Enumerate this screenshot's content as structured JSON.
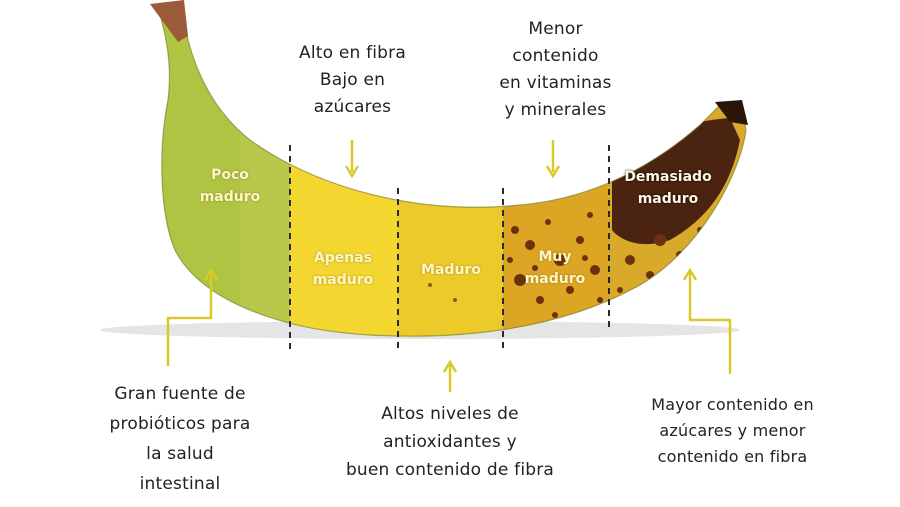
{
  "stages": [
    {
      "id": "poco-maduro",
      "line1": "Poco",
      "line2": "maduro",
      "color": "#b9c94a"
    },
    {
      "id": "apenas-maduro",
      "line1": "Apenas",
      "line2": "maduro",
      "color": "#f2d52e"
    },
    {
      "id": "maduro",
      "line1": "Maduro",
      "line2": "",
      "color": "#eccd2c"
    },
    {
      "id": "muy-maduro",
      "line1": "Muy",
      "line2": "maduro",
      "color": "#d9a21e"
    },
    {
      "id": "demasiado-maduro",
      "line1": "Demasiado",
      "line2": "maduro",
      "color": "#4a2410"
    }
  ],
  "top_notes": {
    "fibra": {
      "line1": "Alto en fibra",
      "line2": "Bajo en",
      "line3": "azúcares"
    },
    "vitaminas": {
      "line1": "Menor",
      "line2": "contenido",
      "line3": "en vitaminas",
      "line4": "y minerales"
    }
  },
  "bottom_notes": {
    "probioticos": {
      "line1": "Gran fuente de",
      "line2": "probióticos para",
      "line3": "la salud",
      "line4": "intestinal"
    },
    "antioxidantes": {
      "line1": "Altos niveles de",
      "line2": "antioxidantes y",
      "line3": "buen contenido de fibra"
    },
    "azucares": {
      "line1": "Mayor contenido en",
      "line2": "azúcares y menor",
      "line3": "contenido en fibra"
    }
  },
  "colors": {
    "arrow": "#d9c928",
    "divider": "#2a2a2a",
    "text": "#222222"
  }
}
